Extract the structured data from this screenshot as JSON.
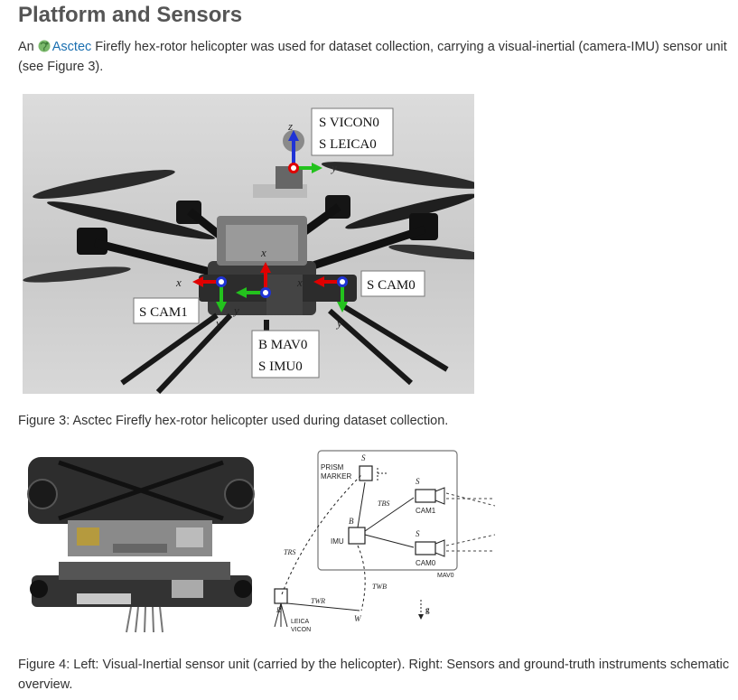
{
  "section": {
    "title": "Platform and Sensors",
    "intro_prefix": "An ",
    "link_text": "Asctec",
    "intro_suffix": " Firefly hex-rotor helicopter was used for dataset collection, carrying a visual-inertial (camera-IMU) sensor unit (see Figure 3)."
  },
  "figure3": {
    "caption": "Figure 3: Asctec Firefly hex-rotor helicopter used during dataset collection.",
    "labels": {
      "vicon": "S VICON0",
      "leica": "S LEICA0",
      "cam0": "S CAM0",
      "cam1": "S CAM1",
      "mav": "B MAV0",
      "imu": "S IMU0",
      "z": "z",
      "x": "x",
      "y": "y"
    }
  },
  "figure4": {
    "caption": "Figure 4: Left: Visual-Inertial sensor unit (carried by the helicopter). Right: Sensors and ground-truth instruments schematic overview.",
    "labels": {
      "prism1": "PRISM",
      "prism2": "MARKER",
      "s": "S",
      "b": "B",
      "r": "R",
      "w": "W",
      "g": "g",
      "cam1": "CAM1",
      "cam0": "CAM0",
      "imu": "IMU",
      "mav": "MAV0",
      "leica": "LEICA",
      "vicon": "VICON",
      "tbs": "TBS",
      "trs": "TRS",
      "twr": "TWR",
      "twb": "TWB"
    }
  }
}
